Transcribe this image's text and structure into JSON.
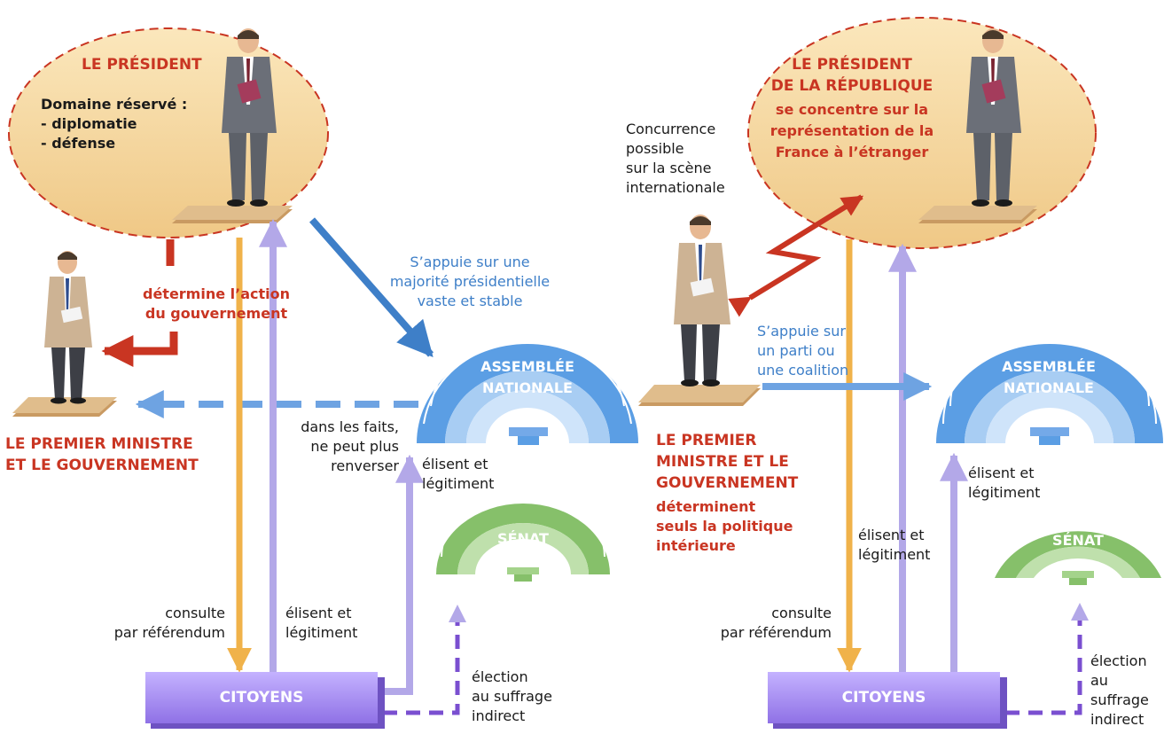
{
  "left": {
    "president_title": "LE PRÉSIDENT",
    "domain_line1": "Domaine réservé :",
    "domain_line2": "- diplomatie",
    "domain_line3": "- défense",
    "determine_line1": "détermine l’action",
    "determine_line2": "du gouvernement",
    "pm_line1": "LE PREMIER MINISTRE",
    "pm_line2": "ET LE GOUVERNEMENT",
    "appuie_line1": "S’appuie sur une",
    "appuie_line2": "majorité présidentielle",
    "appuie_line3": "vaste et stable",
    "faits_line1": "dans les faits,",
    "faits_line2": "ne peut plus",
    "faits_line3": "renverser",
    "assemblee_line1": "ASSEMBLÉE",
    "assemblee_line2": "NATIONALE",
    "elisent_an_line1": "élisent et",
    "elisent_an_line2": "légitiment",
    "senat": "SÉNAT",
    "consulte_line1": "consulte",
    "consulte_line2": "par référendum",
    "elisent_pres_line1": "élisent et",
    "elisent_pres_line2": "légitiment",
    "citoyens": "CITOYENS",
    "election_line1": "élection",
    "election_line2": "au suffrage",
    "election_line3": "indirect"
  },
  "right": {
    "concurrence_line1": "Concurrence",
    "concurrence_line2": "possible",
    "concurrence_line3": "sur la scène",
    "concurrence_line4": "internationale",
    "president_line1": "LE PRÉSIDENT",
    "president_line2": "DE LA RÉPUBLIQUE",
    "president_line3": "se concentre sur la",
    "president_line4": "représentation de la",
    "president_line5": "France à l’étranger",
    "appuie_line1": "S’appuie sur",
    "appuie_line2": "un parti ou",
    "appuie_line3": "une coalition",
    "assemblee_line1": "ASSEMBLÉE",
    "assemblee_line2": "NATIONALE",
    "pm_line1": "LE PREMIER",
    "pm_line2": "MINISTRE ET LE",
    "pm_line3": "GOUVERNEMENT",
    "pm_line4": "déterminent",
    "pm_line5": "seuls la politique",
    "pm_line6": "intérieure",
    "elisent_an_line1": "élisent et",
    "elisent_an_line2": "légitiment",
    "elisent_pres_line1": "élisent et",
    "elisent_pres_line2": "légitiment",
    "senat": "SÉNAT",
    "consulte_line1": "consulte",
    "consulte_line2": "par référendum",
    "citoyens": "CITOYENS",
    "election_line1": "élection",
    "election_line2": "au",
    "election_line3": "suffrage",
    "election_line4": "indirect"
  },
  "colors": {
    "red": "#c93522",
    "blue": "#3e7fc8",
    "lavender": "#b3a8e8",
    "purple": "#7a4fd0",
    "orange": "#f0b24a",
    "ellipse_fill": "#f4d69a",
    "assembly_blue": "#5b9ee4",
    "senate_green": "#86c06a",
    "citizens_purple": "#a68cf0"
  }
}
